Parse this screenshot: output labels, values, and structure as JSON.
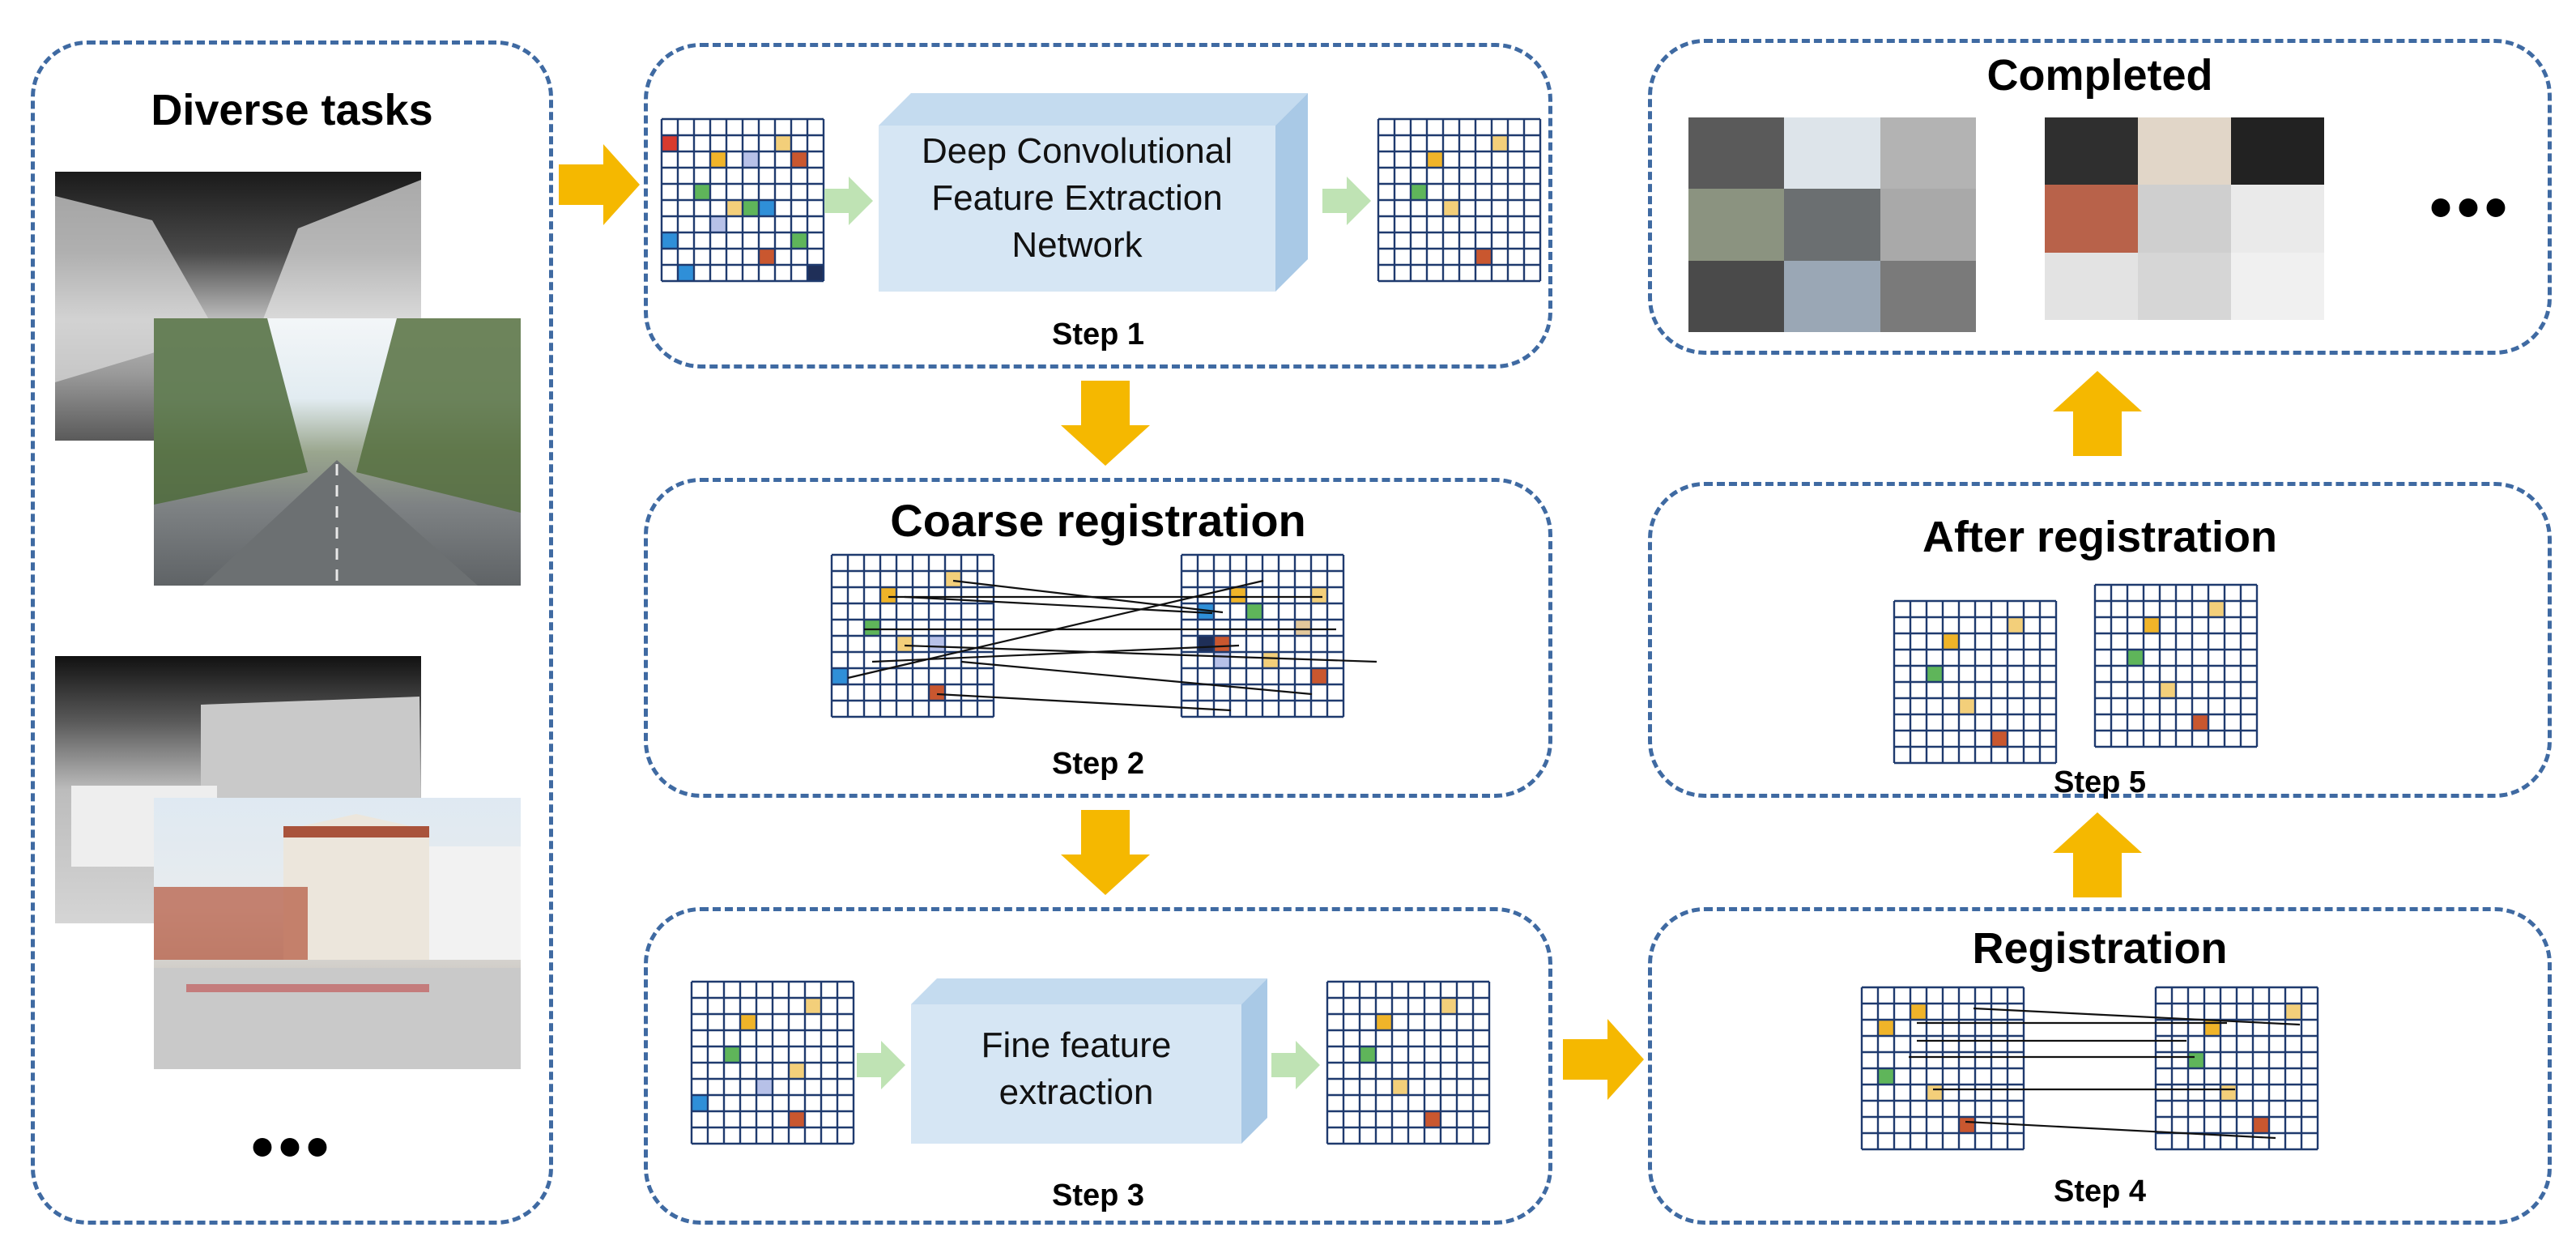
{
  "panels": {
    "diverse": {
      "title": "Diverse tasks",
      "more": "•••"
    },
    "step1": {
      "block_lines": [
        "Deep Convolutional",
        "Feature Extraction",
        "Network"
      ],
      "step": "Step 1"
    },
    "step2": {
      "title": "Coarse registration",
      "step": "Step 2"
    },
    "step3": {
      "block_lines": [
        "Fine feature",
        "extraction"
      ],
      "step": "Step 3"
    },
    "step4": {
      "title": "Registration",
      "step": "Step 4"
    },
    "step5": {
      "title": "After registration",
      "step": "Step 5"
    },
    "completed": {
      "title": "Completed",
      "more": "•••"
    }
  },
  "colors": {
    "panel_border": "#3f6aa2",
    "grid_line": "#1f3a6e",
    "arrow_big": "#f5b800",
    "arrow_small": "#bfe3b4",
    "block_face": "#d6e6f4",
    "block_side": "#a9c9e6",
    "block_top": "#c4dbef"
  }
}
